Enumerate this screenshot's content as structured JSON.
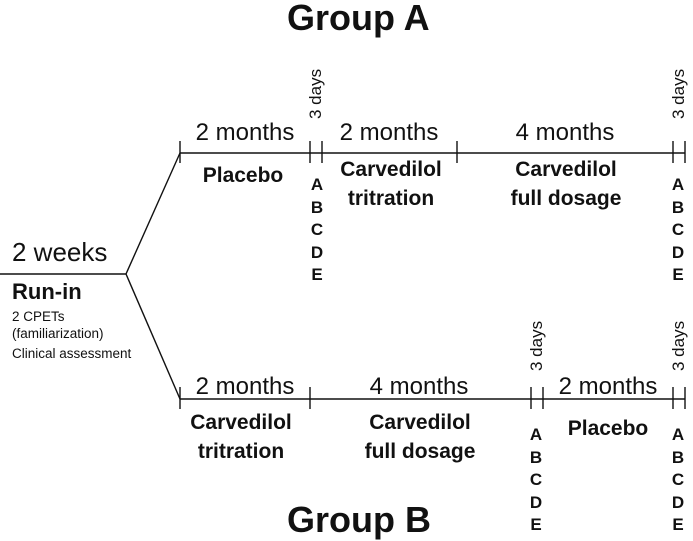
{
  "group_a": {
    "title": "Group A",
    "durations": [
      "2 months",
      "2 months",
      "4 months"
    ],
    "days": [
      "3 days",
      "3 days"
    ],
    "phases": [
      "Placebo",
      "Carvedilol\ntritration",
      "Carvedilol\nfull dosage"
    ],
    "assessments": [
      "A",
      "B",
      "C",
      "D",
      "E"
    ]
  },
  "group_b": {
    "title": "Group B",
    "durations": [
      "2 months",
      "4 months",
      "2 months"
    ],
    "days": [
      "3 days",
      "3 days"
    ],
    "phases": [
      "Carvedilol\ntritration",
      "Carvedilol\nfull dosage",
      "Placebo"
    ],
    "assessments": [
      "A",
      "B",
      "C",
      "D",
      "E"
    ]
  },
  "run_in": {
    "duration": "2 weeks",
    "title": "Run-in",
    "details": [
      "2 CPETs",
      "(familiarization)",
      "Clinical assessment"
    ]
  }
}
